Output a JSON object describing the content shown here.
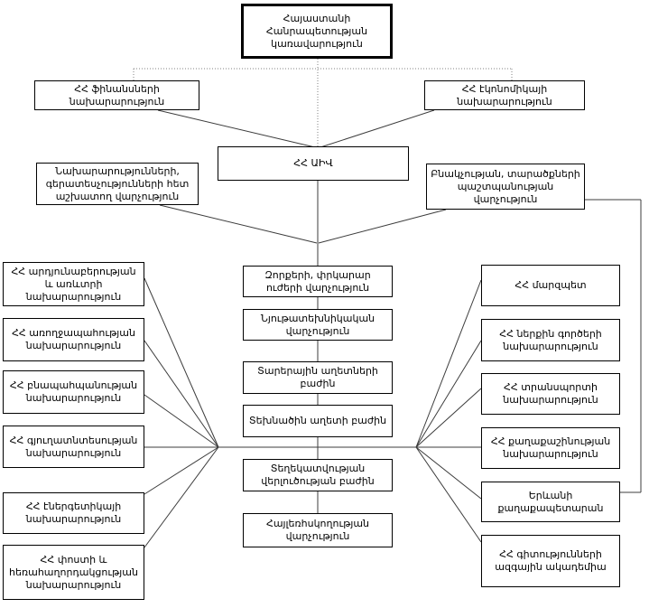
{
  "diagram_title": "Armenian government emergency management structure chart",
  "colors": {
    "background": "#ffffff",
    "box_border": "#000000",
    "solid_line": "#3c3c3c",
    "dotted_line": "#808080"
  },
  "nodes": {
    "root": {
      "label": "Հայաստանի\nՀանրապետության\nկառավարություն"
    },
    "fin": {
      "label": "ՀՀ ֆինանսների\nնախարարություն"
    },
    "econ": {
      "label": "ՀՀ էկոնոմիկայի\nնախարարություն"
    },
    "aiv": {
      "label": "ՀՀ ԱԻՎ"
    },
    "ministries_dept": {
      "label": "Նախարարությունների,\nգերատեսչությունների հետ\nաշխատող վարչություն"
    },
    "population_dept": {
      "label": "Բնակչության, տարածքների\nպաշտպանության\nվարչություն"
    },
    "left": [
      {
        "label": "ՀՀ արդյունաբերության\nև առևտրի\nնախարարություն"
      },
      {
        "label": "ՀՀ առողջապահության\nնախարարություն"
      },
      {
        "label": "ՀՀ բնապահպանության\nնախարարություն"
      },
      {
        "label": "ՀՀ գյուղատնտեսության\nնախարարություն"
      },
      {
        "label": "ՀՀ էներգետիկայի\nնախարարություն"
      },
      {
        "label": "ՀՀ փոստի և\nհեռահաղորդակցության\nնախարարություն"
      }
    ],
    "center": [
      {
        "label": "Զորքերի, փրկարար\nուժերի վարչություն"
      },
      {
        "label": "Նյութատեխնիկական\nվարչություն"
      },
      {
        "label": "Տարերային աղետների\nբաժին"
      },
      {
        "label": "Տեխնածին աղետի բաժին"
      },
      {
        "label": "Տեղեկատվության\nվերլուծության բաժին"
      },
      {
        "label": "Հայլեռհսկողության\nվարչություն"
      }
    ],
    "right": [
      {
        "label": "ՀՀ մարզպետ"
      },
      {
        "label": "ՀՀ ներքին գործերի\nնախարարություն"
      },
      {
        "label": "ՀՀ տրանսպորտի\nնախարարություն"
      },
      {
        "label": "ՀՀ քաղաքաշինության\nնախարարություն"
      },
      {
        "label": "Երևանի\nքաղաքապետարան"
      },
      {
        "label": "ՀՀ գիտությունների\nազգային ակադեմիա"
      }
    ]
  }
}
